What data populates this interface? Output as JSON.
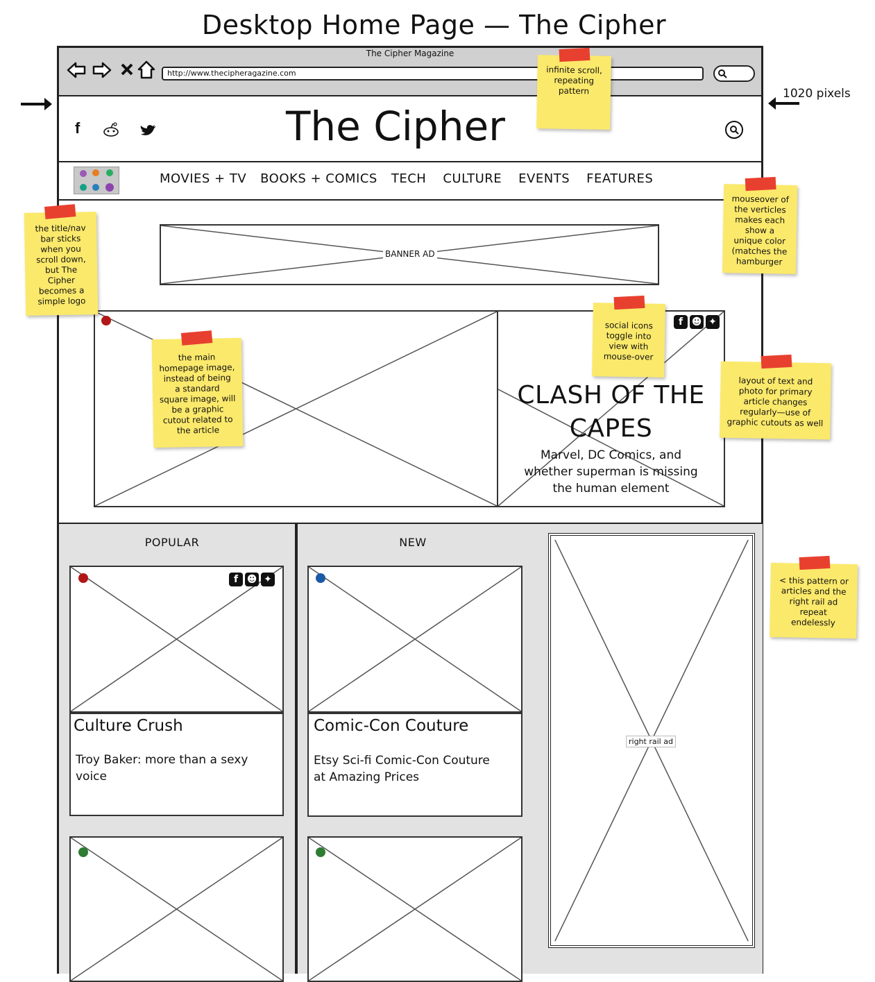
{
  "page_title": "Desktop Home Page — The Cipher",
  "browser": {
    "window_title": "The Cipher Magazine",
    "url": "http://www.thecipheragazine.com"
  },
  "width_annotation": "1020 pixels",
  "header": {
    "site_title": "The Cipher",
    "social_icons": [
      "facebook-icon",
      "reddit-icon",
      "twitter-icon"
    ]
  },
  "nav": {
    "items": [
      "MOVIES + TV",
      "BOOKS + COMICS",
      "TECH",
      "CULTURE",
      "EVENTS",
      "FEATURES"
    ]
  },
  "banner_ad_label": "BANNER AD",
  "hero": {
    "headline_line1": "CLASH OF THE",
    "headline_line2": "CAPES",
    "dek_line1": "Marvel, DC Comics, and",
    "dek_line2": "whether superman is missing",
    "dek_line3": "the human element"
  },
  "columns": {
    "popular_label": "POPULAR",
    "new_label": "NEW"
  },
  "articles": [
    {
      "title": "Culture Crush",
      "teaser_line1": "Troy Baker: more than a sexy",
      "teaser_line2": "voice",
      "dot_color": "#b01818"
    },
    {
      "title": "Comic-Con Couture",
      "teaser_line1": "Etsy Sci-fi Comic-Con Couture",
      "teaser_line2": "at Amazing Prices",
      "dot_color": "#1c5aa6"
    }
  ],
  "right_rail_label": "right rail ad",
  "notes": {
    "infinite_scroll": [
      "infinite scroll,",
      "repeating",
      "pattern"
    ],
    "sticky_nav": [
      "the title/nav",
      "bar sticks",
      "when you",
      "scroll down,",
      "but The",
      "Cipher",
      "becomes a",
      "simple logo"
    ],
    "mouseover": [
      "mouseover of",
      "the verticles",
      "makes each",
      "show a",
      "unique color",
      "(matches the",
      "hamburger"
    ],
    "main_image": [
      "the main",
      "homepage image,",
      "instead of being",
      "a standard",
      "square image, will",
      "be a graphic",
      "cutout related to",
      "the article"
    ],
    "social_toggle": [
      "social icons",
      "toggle into",
      "view with",
      "mouse-over"
    ],
    "layout_changes": [
      "layout of text and",
      "photo for primary",
      "article changes",
      "regularly—use of",
      "graphic cutouts as well"
    ],
    "pattern_repeat": [
      "< this pattern or",
      "articles and the",
      "right rail ad",
      "repeat",
      "endelessly"
    ]
  },
  "colors": {
    "note_yellow": "#fbe96b",
    "tape_red": "#e8402f",
    "chrome_gray": "#d0d0d0",
    "column_gray": "#e2e2e2",
    "dot_red": "#b01818",
    "dot_blue": "#1c5aa6",
    "dot_green": "#2e7d32"
  }
}
